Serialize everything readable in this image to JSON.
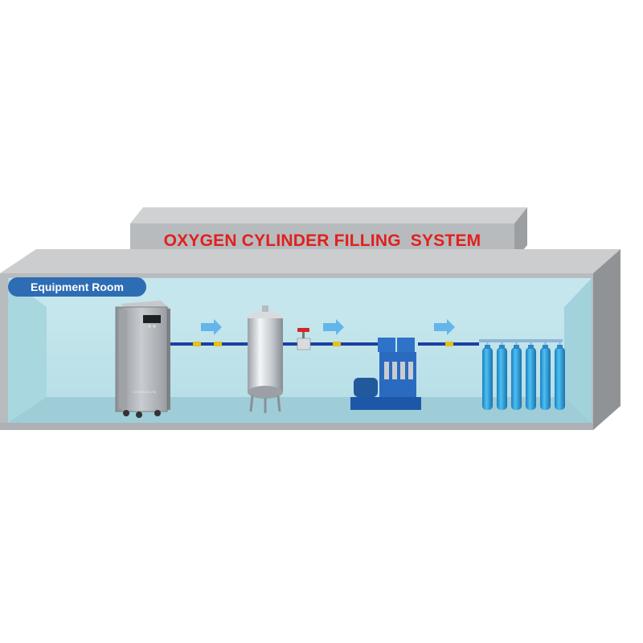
{
  "title": "OXYGEN CYLINDER FILLING  SYSTEM",
  "room_label": "Equipment Room",
  "generator_brand": "LONGFIAN LTD",
  "equipment": [
    {
      "name": "oxygen-generator",
      "icon": "generator-cabinet"
    },
    {
      "name": "buffer-tank",
      "icon": "stainless-steel-tank"
    },
    {
      "name": "oxygen-booster-compressor",
      "icon": "compressor-unit"
    },
    {
      "name": "oxygen-cylinder-manifold",
      "icon": "cylinder-rack"
    }
  ],
  "cylinder_count": 6,
  "colors": {
    "title_red": "#e0201e",
    "room_fill": "#bfe3ea",
    "wall_gray": "#b9bcbf",
    "pipe_blue": "#1c3fa0",
    "arrow_blue": "#63b6e8",
    "badge_blue": "#2e6db4",
    "cylinder_blue": "#2a9fd8"
  }
}
